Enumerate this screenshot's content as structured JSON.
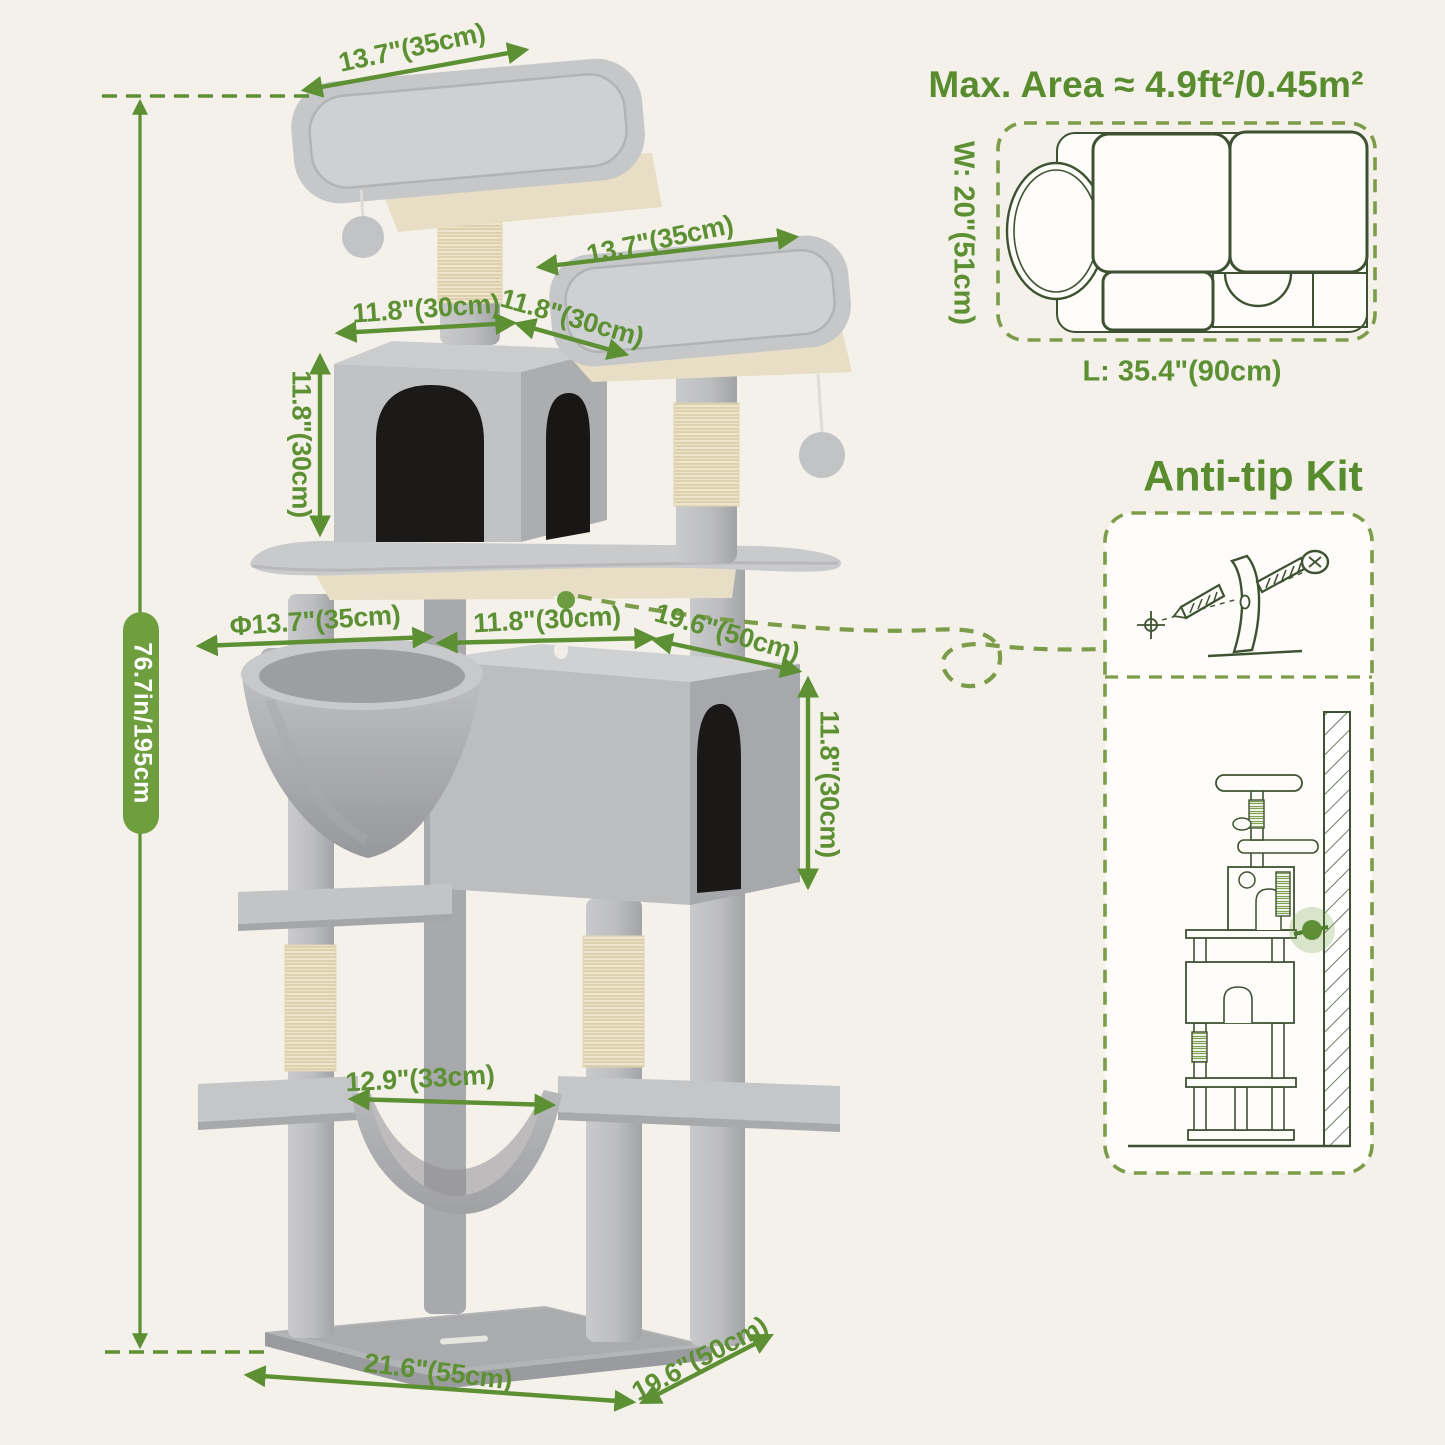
{
  "dimensions": {
    "total_height": "76.7in/195cm",
    "top_perch_width": "13.7\"(35cm)",
    "second_perch_width": "13.7\"(35cm)",
    "top_condo_width": "11.8\"(30cm)",
    "top_condo_depth": "11.8\"(30cm)",
    "top_condo_height": "11.8\"(30cm)",
    "basket_diameter": "Φ13.7\"(35cm)",
    "big_condo_width": "11.8\"(30cm)",
    "big_condo_depth": "19.6\"(50cm)",
    "big_condo_height": "11.8\"(30cm)",
    "hammock_width": "12.9\"(33cm)",
    "base_width": "21.6\"(55cm)",
    "base_depth": "19.6\"(50cm)"
  },
  "max_area_panel": {
    "title": "Max. Area ≈ 4.9ft²/0.45m²",
    "width_label": "W: 20\"(51cm)",
    "length_label": "L: 35.4\"(90cm)"
  },
  "anti_tip_panel": {
    "title": "Anti-tip Kit"
  },
  "colors": {
    "label_green": "#5c9033",
    "pill_green": "#6f9e3f",
    "dash_green": "#7d9c4a",
    "lineart_green": "#3e5233",
    "background": "#f4f0ea"
  }
}
